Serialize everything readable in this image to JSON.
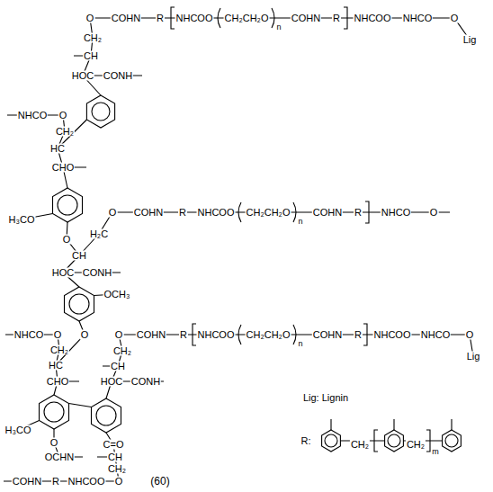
{
  "diagram": {
    "caption": "(60)",
    "labels": [
      "O",
      "COHN",
      "R",
      "NHCOO",
      "CH₂CH₂O",
      "n",
      "COHN",
      "R",
      "NHCOO",
      "NHCO",
      "O",
      "Lig",
      "CH₂",
      "CH",
      "HOC",
      "CONH",
      "NHCO",
      "O",
      "CH₂",
      "HC",
      "CHO",
      "H₃CO",
      "O",
      "COHN",
      "R",
      "NHCOO",
      "CH₂CH₂O",
      "n",
      "COHN",
      "R",
      "NHCO",
      "O",
      "O",
      "H₂C",
      "CH",
      "HOC",
      "CONH",
      "OCH₃",
      "NHCO",
      "O",
      "CH₂",
      "O",
      "HC",
      "CHO",
      "O",
      "COHN",
      "R",
      "NHCOO",
      "CH₂CH₂O",
      "n",
      "COHN",
      "R",
      "NHCOO",
      "NHCO",
      "O",
      "Lig",
      "CH₂",
      "CH",
      "HOC",
      "CONH",
      "H₃CO",
      "O",
      "OCHN",
      "C=O",
      "CH",
      "CH₂",
      "COHN",
      "R",
      "NHCOO",
      "O",
      "Lig: Lignin",
      "R:",
      "CH₂",
      "CH₂",
      "m"
    ]
  }
}
